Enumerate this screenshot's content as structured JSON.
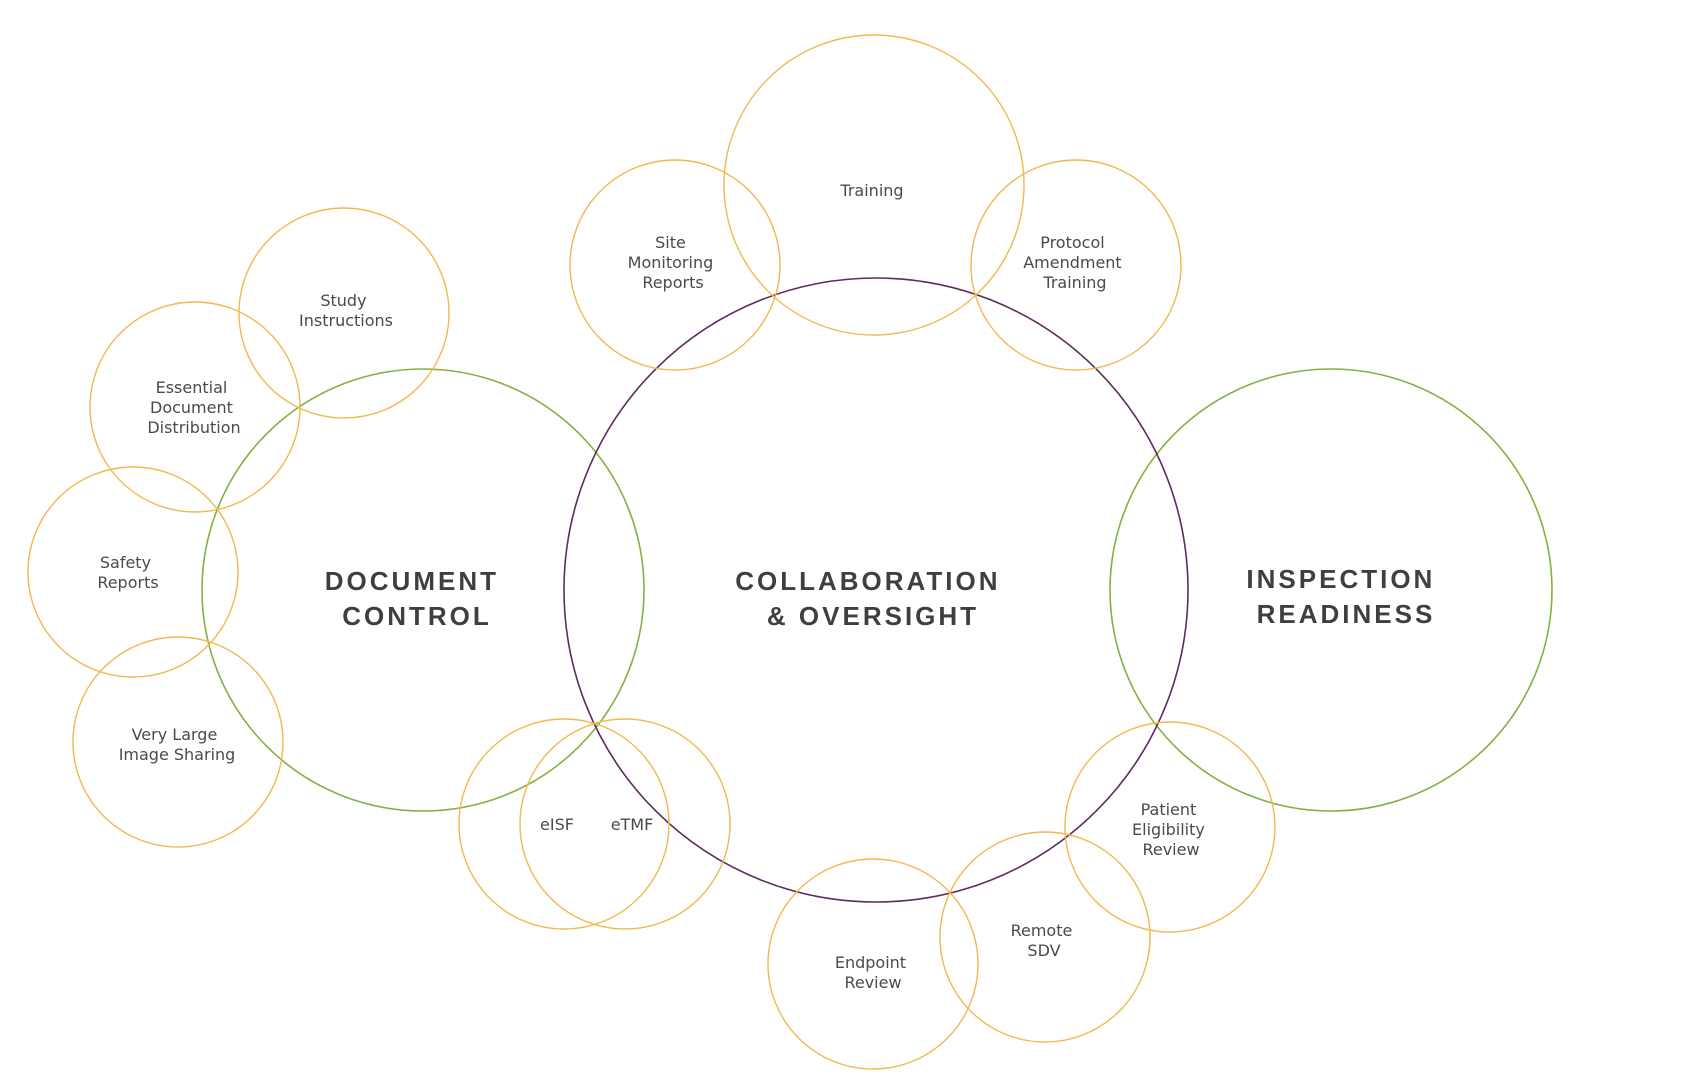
{
  "colors": {
    "green": "#84b141",
    "purple": "#5d2b5e",
    "orange": "#f2b84f",
    "text": "#3f3f3f"
  },
  "main_circles": {
    "document_control": [
      "DOCUMENT",
      "CONTROL"
    ],
    "collaboration_oversight": [
      "COLLABORATION",
      "& OVERSIGHT"
    ],
    "inspection_readiness": [
      "INSPECTION",
      "READINESS"
    ]
  },
  "satellites": {
    "study_instructions": [
      "Study",
      "Instructions"
    ],
    "essential_document_distribution": [
      "Essential",
      "Document",
      "Distribution"
    ],
    "safety_reports": [
      "Safety",
      "Reports"
    ],
    "very_large_image_sharing": [
      "Very Large",
      "Image Sharing"
    ],
    "site_monitoring_reports": [
      "Site",
      "Monitoring",
      "Reports"
    ],
    "training": [
      "Training"
    ],
    "protocol_amendment_training": [
      "Protocol",
      "Amendment",
      "Training"
    ],
    "eisf": [
      "eISF"
    ],
    "etmf": [
      "eTMF"
    ],
    "endpoint_review": [
      "Endpoint",
      "Review"
    ],
    "remote_sdv": [
      "Remote",
      "SDV"
    ],
    "patient_eligibility_review": [
      "Patient",
      "Eligibility",
      "Review"
    ]
  }
}
